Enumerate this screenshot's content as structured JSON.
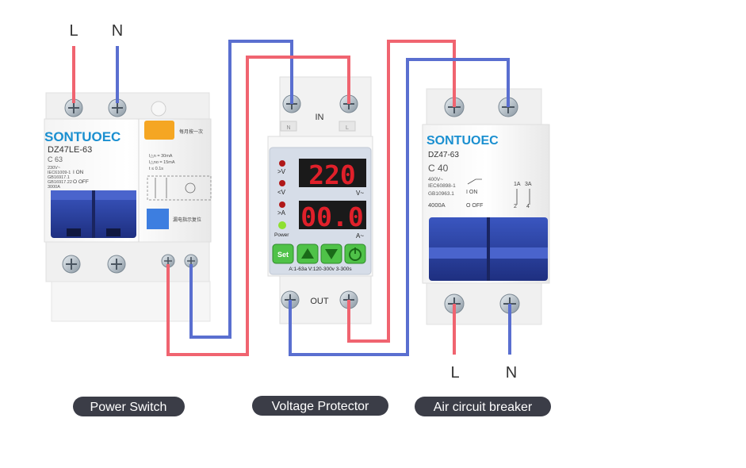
{
  "colors": {
    "live": "#f06470",
    "neutral": "#5a6fd0",
    "breaker_blue": "#2a3f9a",
    "display_red": "#e0202a",
    "brand": "#1a8fd0",
    "pill": "#3b3d47"
  },
  "terminals": {
    "top_left": "L",
    "top_right": "N",
    "bottom_left": "L",
    "bottom_right": "N"
  },
  "power_switch": {
    "brand": "SONTUOEC",
    "model": "DZ47LE-63",
    "rating": "C 63",
    "spec_lines": [
      "230V~",
      "IEC61009-1",
      "GB16917.1",
      "GB16917.22",
      "3000A"
    ],
    "on_label": "I ON",
    "off_label": "O OFF",
    "test_note": "每月按一次",
    "residual_lines": [
      "I△n = 30mA",
      "I△no = 15mA",
      "t ≤ 0.1s"
    ],
    "indicator_note": "漏电指示复位",
    "caption": "Power Switch"
  },
  "voltage_protector": {
    "in_label": "IN",
    "out_label": "OUT",
    "terminal_n": "N",
    "terminal_l": "L",
    "display_top": "220",
    "display_bottom": "00.0",
    "unit_top": "V~",
    "unit_bottom": "A~",
    "leds": [
      ">V",
      "<V",
      ">A",
      "Power"
    ],
    "buttons": [
      "Set",
      "up",
      "down",
      "power"
    ],
    "spec": "A:1-63a  V:120-300v  3-300s",
    "caption": "Voltage Protector"
  },
  "air_breaker": {
    "brand": "SONTUOEC",
    "model": "DZ47-63",
    "rating": "C 40",
    "spec_lines": [
      "400V~",
      "IEC60898-1",
      "GB10963.1",
      "4000A"
    ],
    "on_label": "I ON",
    "off_label": "O OFF",
    "pole_labels": [
      "1A",
      "3A",
      "2",
      "4"
    ],
    "caption": "Air circuit breaker"
  }
}
